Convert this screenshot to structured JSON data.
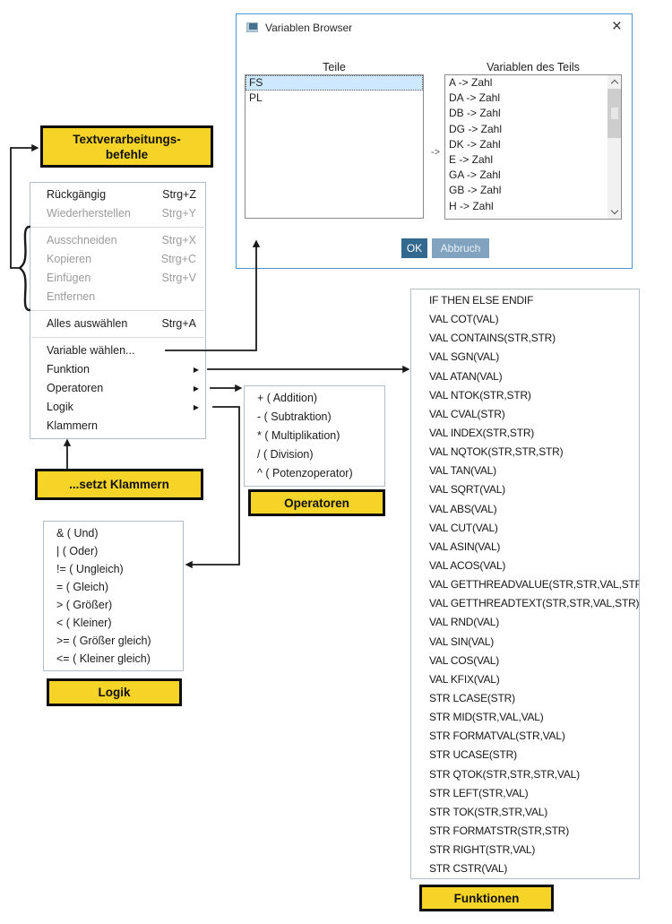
{
  "dialog": {
    "title": "Variablen Browser",
    "close_glyph": "×",
    "teile": {
      "header": "Teile",
      "items": [
        {
          "label": "FS",
          "selected": true
        },
        {
          "label": "PL"
        }
      ]
    },
    "transfer_label": "->",
    "variablen": {
      "header": "Variablen des Teils",
      "items": [
        "A -> Zahl",
        "DA -> Zahl",
        "DB -> Zahl",
        "DG -> Zahl",
        "DK -> Zahl",
        "E -> Zahl",
        "GA -> Zahl",
        "GB -> Zahl",
        "H -> Zahl"
      ]
    },
    "ok_label": "OK",
    "cancel_label": "Abbruch"
  },
  "labels": {
    "text_commands_line1": "Textverarbeitungs-",
    "text_commands_line2": "befehle",
    "set_brackets": "...setzt Klammern",
    "operators": "Operatoren",
    "logic": "Logik",
    "functions": "Funktionen"
  },
  "context_menu": {
    "items": [
      {
        "label": "Rückgängig",
        "shortcut": "Strg+Z"
      },
      {
        "label": "Wiederherstellen",
        "shortcut": "Strg+Y",
        "enabled": false
      },
      {
        "separator": true
      },
      {
        "label": "Ausschneiden",
        "shortcut": "Strg+X",
        "enabled": false
      },
      {
        "label": "Kopieren",
        "shortcut": "Strg+C",
        "enabled": false
      },
      {
        "label": "Einfügen",
        "shortcut": "Strg+V",
        "enabled": false
      },
      {
        "label": "Entfernen",
        "enabled": false
      },
      {
        "separator": true
      },
      {
        "label": "Alles auswählen",
        "shortcut": "Strg+A"
      },
      {
        "separator": true
      },
      {
        "label": "Variable wählen..."
      },
      {
        "label": "Funktion",
        "submenu": true
      },
      {
        "label": "Operatoren",
        "submenu": true
      },
      {
        "label": "Logik",
        "submenu": true
      },
      {
        "label": "Klammern"
      }
    ]
  },
  "operators_menu": {
    "items": [
      "+ ( Addition)",
      "- ( Subtraktion)",
      "* ( Multiplikation)",
      "/ ( Division)",
      "^ ( Potenzoperator)"
    ]
  },
  "logic_menu": {
    "items": [
      "& ( Und)",
      "| ( Oder)",
      "!= ( Ungleich)",
      "= ( Gleich)",
      "> ( Größer)",
      "< ( Kleiner)",
      ">= ( Größer gleich)",
      "<= ( Kleiner gleich)"
    ]
  },
  "functions_list": {
    "items": [
      "IF THEN ELSE ENDIF",
      "VAL COT(VAL)",
      "VAL CONTAINS(STR,STR)",
      "VAL SGN(VAL)",
      "VAL ATAN(VAL)",
      "VAL NTOK(STR,STR)",
      "VAL CVAL(STR)",
      "VAL INDEX(STR,STR)",
      "VAL NQTOK(STR,STR,STR)",
      "VAL TAN(VAL)",
      "VAL SQRT(VAL)",
      "VAL ABS(VAL)",
      "VAL CUT(VAL)",
      "VAL ASIN(VAL)",
      "VAL ACOS(VAL)",
      "VAL GETTHREADVALUE(STR,STR,VAL,STR)",
      "VAL GETTHREADTEXT(STR,STR,VAL,STR)",
      "VAL RND(VAL)",
      "VAL SIN(VAL)",
      "VAL COS(VAL)",
      "VAL KFIX(VAL)",
      "STR LCASE(STR)",
      "STR MID(STR,VAL,VAL)",
      "STR FORMATVAL(STR,VAL)",
      "STR UCASE(STR)",
      "STR QTOK(STR,STR,STR,VAL)",
      "STR LEFT(STR,VAL)",
      "STR TOK(STR,STR,VAL)",
      "STR FORMATSTR(STR,STR)",
      "STR RIGHT(STR,VAL)",
      "STR CSTR(VAL)"
    ]
  },
  "colors": {
    "accent_yellow": "#f5d327",
    "dialog_border": "#4a96d5",
    "ok_button": "#34698f",
    "cancel_button": "#81a3bf",
    "selection": "#cde8ff"
  }
}
